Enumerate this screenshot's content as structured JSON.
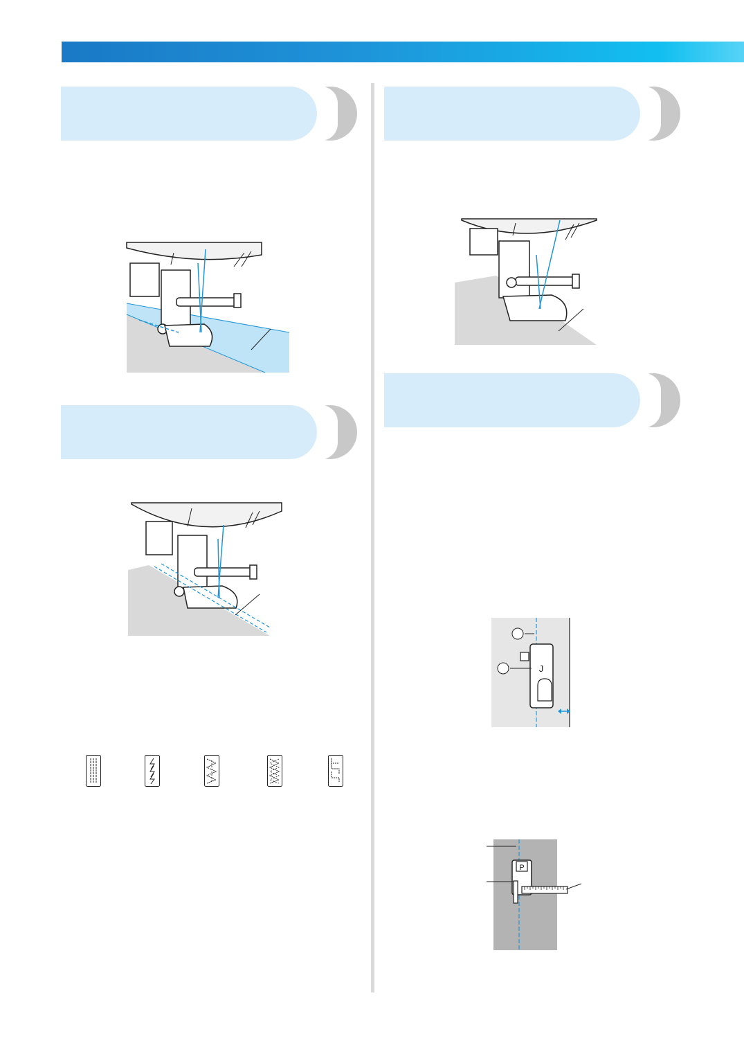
{
  "header": {
    "bar_colors": [
      "#1a79c6",
      "#12bff0"
    ]
  },
  "sections": [
    {
      "id": "left-1",
      "title": ""
    },
    {
      "id": "left-2",
      "title": ""
    },
    {
      "id": "right-1",
      "title": ""
    },
    {
      "id": "right-2",
      "title": ""
    }
  ],
  "figures": {
    "foot_j_label": "J",
    "foot_p_label": "P"
  },
  "stitch_icons": [
    "triple-straight-stitch-icon",
    "lightning-stitch-icon",
    "zigzag-stitch-icon",
    "zigzag-stitch-icon",
    "blind-hem-stitch-icon"
  ],
  "colors": {
    "thread": "#1e96d8",
    "fabric": "#d9d9d9",
    "banner": "#d7ecfa",
    "banner_tab": "#c8c8c8"
  }
}
